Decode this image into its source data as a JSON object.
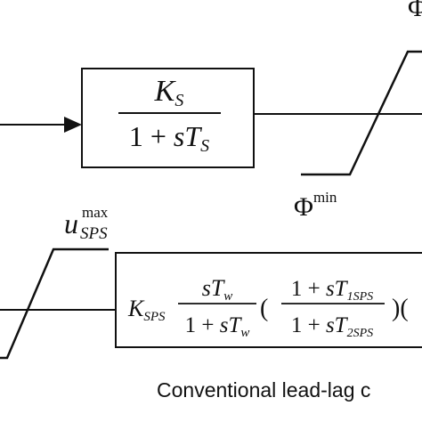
{
  "top_block": {
    "num_main": "K",
    "num_sub": "S",
    "den_prefix": "1 + ",
    "den_var": "sT",
    "den_sub": "S"
  },
  "top_limiter": {
    "max_symbol": "Φ",
    "min_symbol": "Φ",
    "min_sup": "min"
  },
  "bottom_limiter": {
    "symbol": "u",
    "sub": "SPS",
    "sup": "max"
  },
  "bottom_block": {
    "gain_main": "K",
    "gain_sub": "SPS",
    "washout_num": "sT",
    "washout_num_sub": "w",
    "washout_den_prefix": "1 + ",
    "washout_den_var": "sT",
    "washout_den_sub": "w",
    "open_paren": "(",
    "leadlag_num_prefix": "1 + ",
    "leadlag_num_var": "sT",
    "leadlag_num_sub": "1SPS",
    "leadlag_den_prefix": "1 + ",
    "leadlag_den_var": "sT",
    "leadlag_den_sub": "2SPS",
    "close_open_paren": ")("
  },
  "caption": "Conventional lead-lag c"
}
